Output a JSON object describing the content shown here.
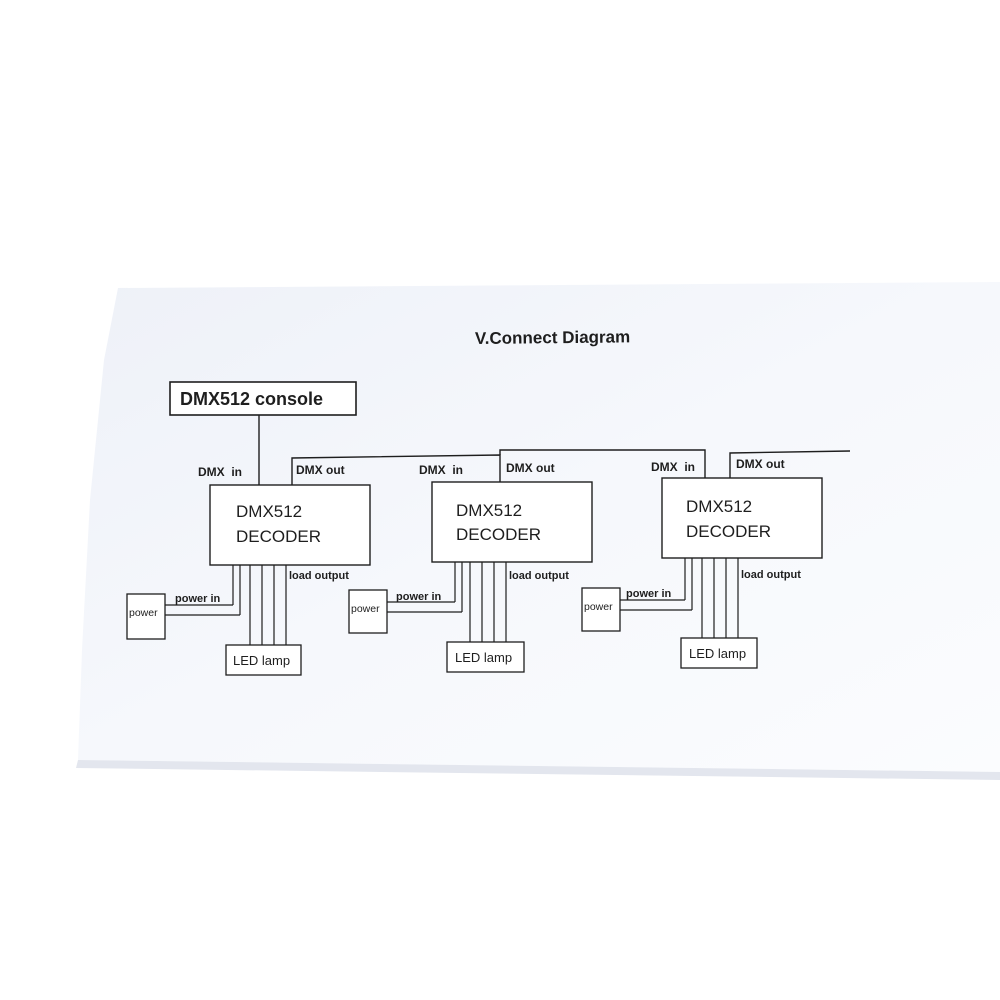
{
  "title": "V.Connect Diagram",
  "console_label": "DMX512 console",
  "decoders": [
    {
      "line1": "DMX512",
      "line2": "DECODER",
      "in_label": "DMX  in",
      "out_label": "DMX out",
      "power_label": "power",
      "power_in_label": "power in",
      "load_label": "load output",
      "lamp_label": "LED lamp"
    },
    {
      "line1": "DMX512",
      "line2": "DECODER",
      "in_label": "DMX  in",
      "out_label": "DMX out",
      "power_label": "power",
      "power_in_label": "power in",
      "load_label": "load output",
      "lamp_label": "LED lamp"
    },
    {
      "line1": "DMX512",
      "line2": "DECODER",
      "in_label": "DMX  in",
      "out_label": "DMX out",
      "power_label": "power",
      "power_in_label": "power in",
      "load_label": "load output",
      "lamp_label": "LED lamp"
    }
  ],
  "colors": {
    "paper": "#f4f6fb",
    "ink": "#1e1e1e",
    "background": "#ffffff"
  }
}
